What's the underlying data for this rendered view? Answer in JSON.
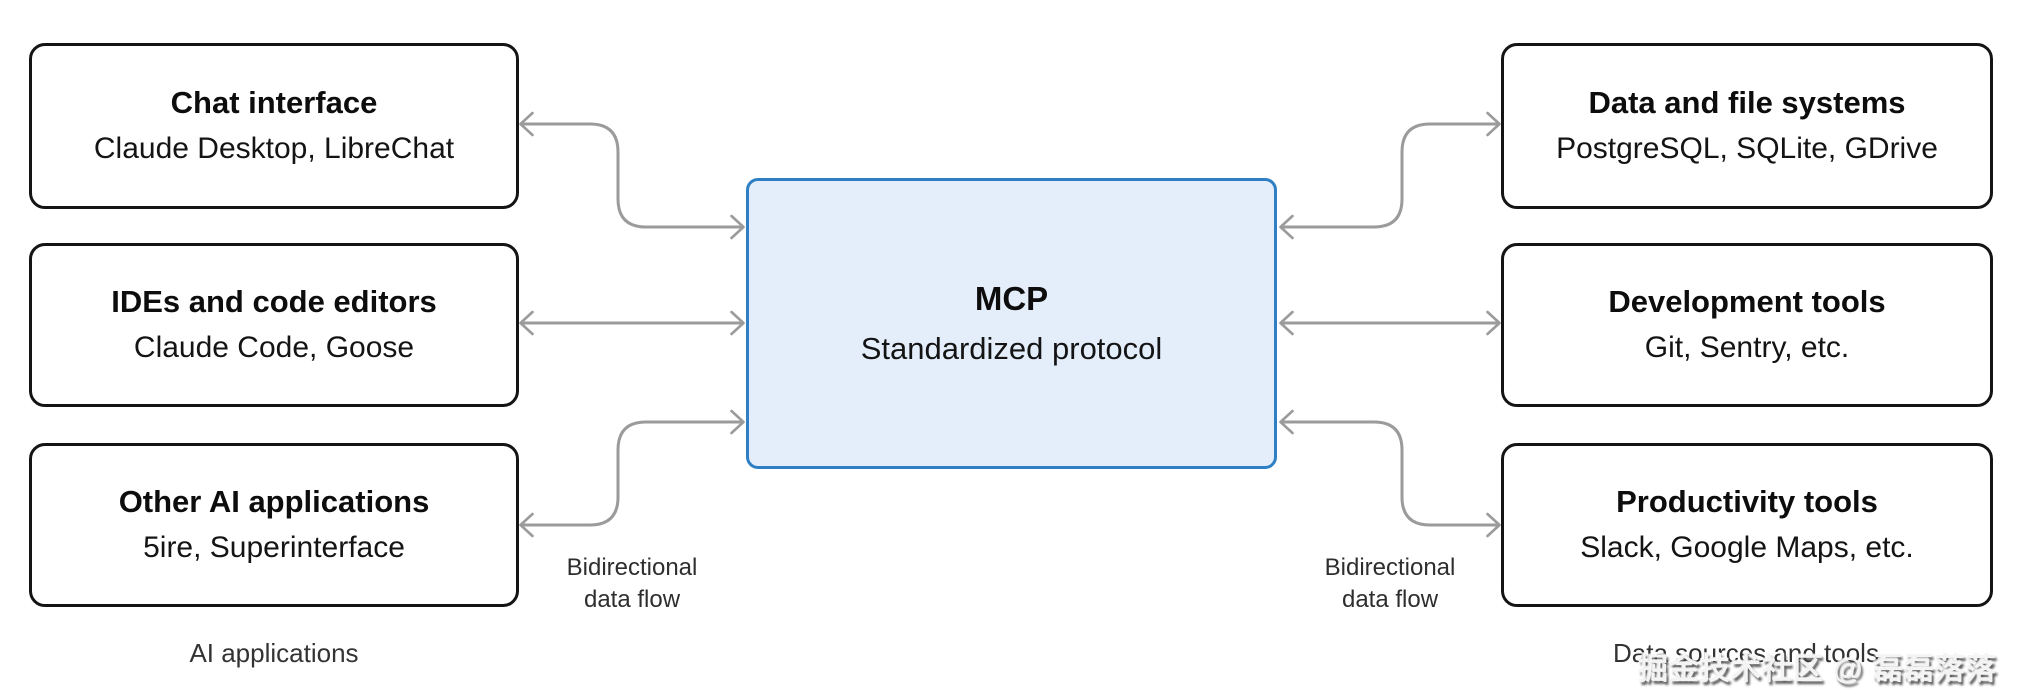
{
  "diagram": {
    "center_box": {
      "title": "MCP",
      "subtitle": "Standardized protocol"
    },
    "left_boxes": [
      {
        "title": "Chat interface",
        "subtitle": "Claude Desktop, LibreChat"
      },
      {
        "title": "IDEs and code editors",
        "subtitle": "Claude Code, Goose"
      },
      {
        "title": "Other AI applications",
        "subtitle": "5ire, Superinterface"
      }
    ],
    "right_boxes": [
      {
        "title": "Data and file systems",
        "subtitle": "PostgreSQL, SQLite, GDrive"
      },
      {
        "title": "Development tools",
        "subtitle": "Git, Sentry, etc."
      },
      {
        "title": "Productivity tools",
        "subtitle": "Slack, Google Maps, etc."
      }
    ],
    "flow_labels": {
      "left": {
        "line1": "Bidirectional",
        "line2": "data flow"
      },
      "right": {
        "line1": "Bidirectional",
        "line2": "data flow"
      }
    },
    "group_labels": {
      "left": "AI applications",
      "right": "Data sources and tools"
    },
    "watermark": "掘金技术社区 @ 磊磊落落",
    "colors": {
      "outer_box_border": "#141414",
      "center_box_border": "#2e7fc4",
      "center_box_fill": "#e4eefb",
      "arrow": "#9b9b9b",
      "label_text": "#333333"
    }
  }
}
